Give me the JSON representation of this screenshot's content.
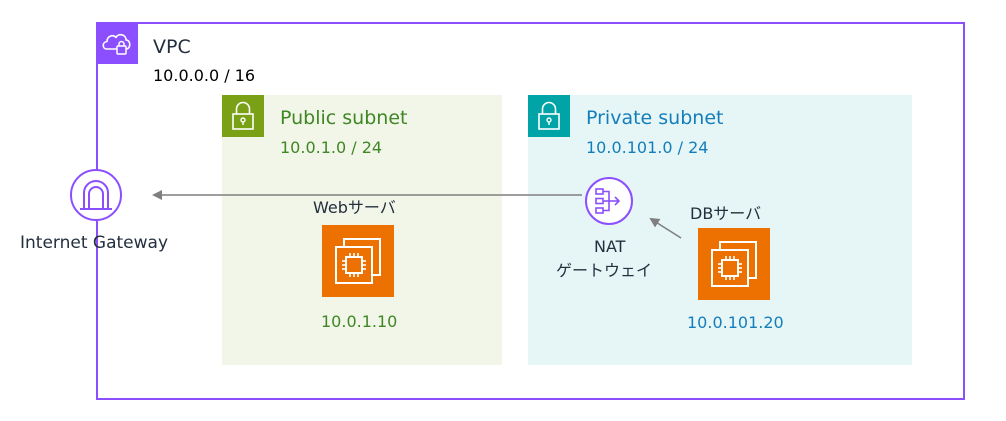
{
  "vpc": {
    "title": "VPC",
    "cidr": "10.0.0.0 / 16"
  },
  "public_subnet": {
    "title": "Public subnet",
    "cidr": "10.0.1.0 / 24",
    "server_label": "Webサーバ",
    "server_ip": "10.0.1.10"
  },
  "private_subnet": {
    "title": "Private subnet",
    "cidr": "10.0.101.0 / 24",
    "nat_label_line1": "NAT",
    "nat_label_line2": "ゲートウェイ",
    "server_label": "DBサーバ",
    "server_ip": "10.0.101.20"
  },
  "igw": {
    "label": "Internet Gateway"
  },
  "colors": {
    "vpc": "#8c4fff",
    "public": "#7aa116",
    "public_text": "#3f8624",
    "private": "#00a4a6",
    "private_text": "#147eba",
    "ec2": "#ed7100",
    "arrow": "#7f7f7f"
  },
  "icons": [
    "cloud-lock-icon",
    "padlock-icon",
    "ec2-chip-icon",
    "nat-gateway-icon",
    "internet-gateway-icon"
  ]
}
